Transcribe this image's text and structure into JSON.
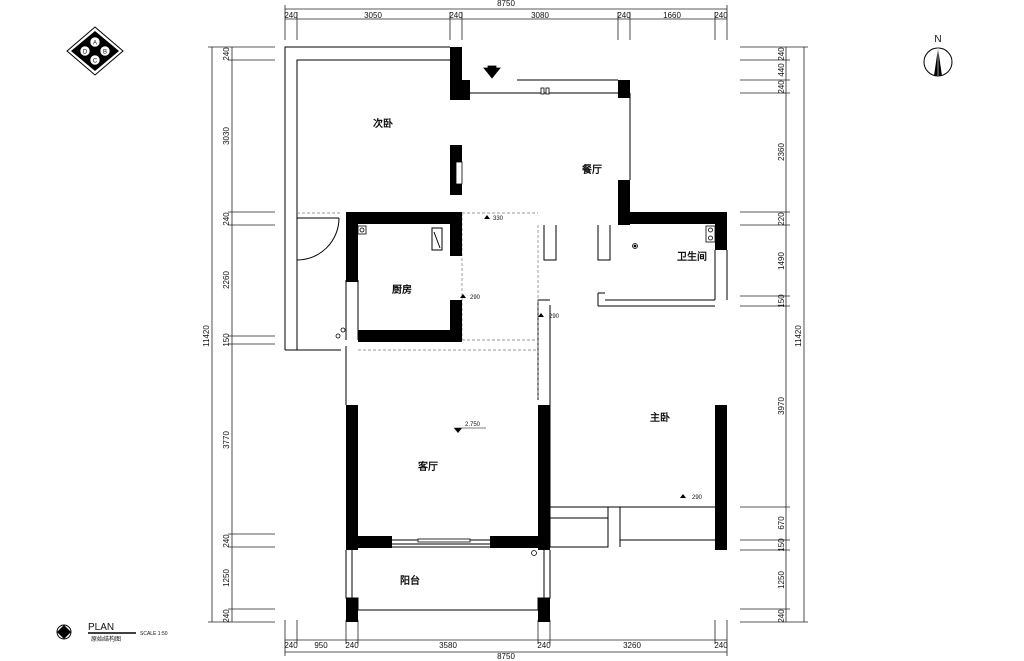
{
  "north": "N",
  "compass": {
    "a": "A",
    "b": "B",
    "c": "C",
    "d": "D"
  },
  "plan_label": "PLAN",
  "plan_subtitle": "原始结构图",
  "scale_label": "SCALE 1:50",
  "rooms": {
    "second_bedroom": "次卧",
    "dining": "餐厅",
    "kitchen": "厨房",
    "bathroom": "卫生间",
    "master_bedroom": "主卧",
    "living": "客厅",
    "balcony": "阳台"
  },
  "levels": {
    "corridor": "330",
    "kitchen": "290",
    "hall": "290",
    "living": "2.750",
    "master": "290"
  },
  "dims_top": {
    "total": "8750",
    "segments": [
      "240",
      "3050",
      "240",
      "3080",
      "240",
      "1660",
      "240"
    ]
  },
  "dims_bottom": {
    "total": "8750",
    "segments": [
      "240",
      "950",
      "240",
      "3580",
      "240",
      "3260",
      "240"
    ]
  },
  "dims_left": {
    "total": "11420",
    "segments": [
      "240",
      "3030",
      "240",
      "2260",
      "150",
      "3770",
      "240",
      "1250",
      "240"
    ]
  },
  "dims_right": {
    "total": "11420",
    "segments": [
      "240",
      "440",
      "240",
      "2360",
      "220",
      "1490",
      "150",
      "3970",
      "670",
      "150",
      "1250",
      "240"
    ]
  }
}
